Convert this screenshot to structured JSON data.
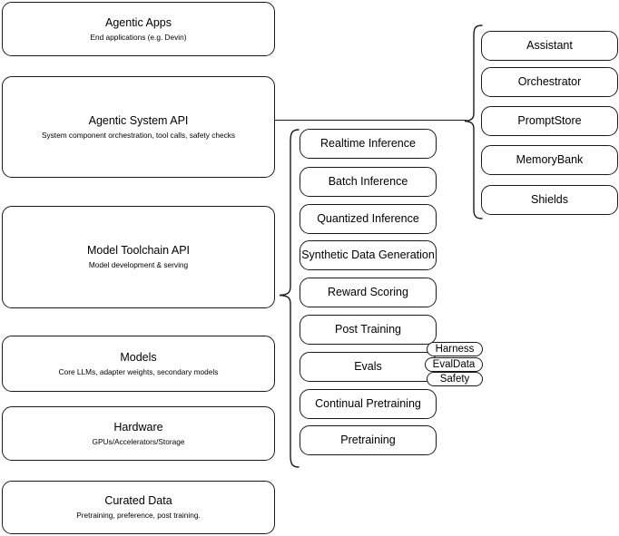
{
  "diagram": {
    "stack_layers": [
      {
        "title": "Agentic Apps",
        "subtitle": "End applications (e.g. Devin)"
      },
      {
        "title": "Agentic System API",
        "subtitle": "System component orchestration, tool calls, safety checks"
      },
      {
        "title": "Model Toolchain API",
        "subtitle": "Model development & serving"
      },
      {
        "title": "Models",
        "subtitle": "Core LLMs, adapter weights, secondary models"
      },
      {
        "title": "Hardware",
        "subtitle": "GPUs/Accelerators/Storage"
      },
      {
        "title": "Curated Data",
        "subtitle": "Pretraining, preference, post training."
      }
    ],
    "toolchain_items": [
      {
        "label": "Realtime Inference"
      },
      {
        "label": "Batch Inference"
      },
      {
        "label": "Quantized Inference"
      },
      {
        "label": "Synthetic Data Generation"
      },
      {
        "label": "Reward Scoring"
      },
      {
        "label": "Post Training"
      },
      {
        "label": "Evals"
      },
      {
        "label": "Continual Pretraining"
      },
      {
        "label": "Pretraining"
      }
    ],
    "evals_tags": [
      {
        "label": "Harness"
      },
      {
        "label": "EvalData"
      },
      {
        "label": "Safety"
      }
    ],
    "system_items": [
      {
        "label": "Assistant"
      },
      {
        "label": "Orchestrator"
      },
      {
        "label": "PromptStore"
      },
      {
        "label": "MemoryBank"
      },
      {
        "label": "Shields"
      }
    ],
    "colors": {
      "stroke": "#1a1a1a",
      "background": "#ffffff",
      "text": "#000000"
    }
  }
}
